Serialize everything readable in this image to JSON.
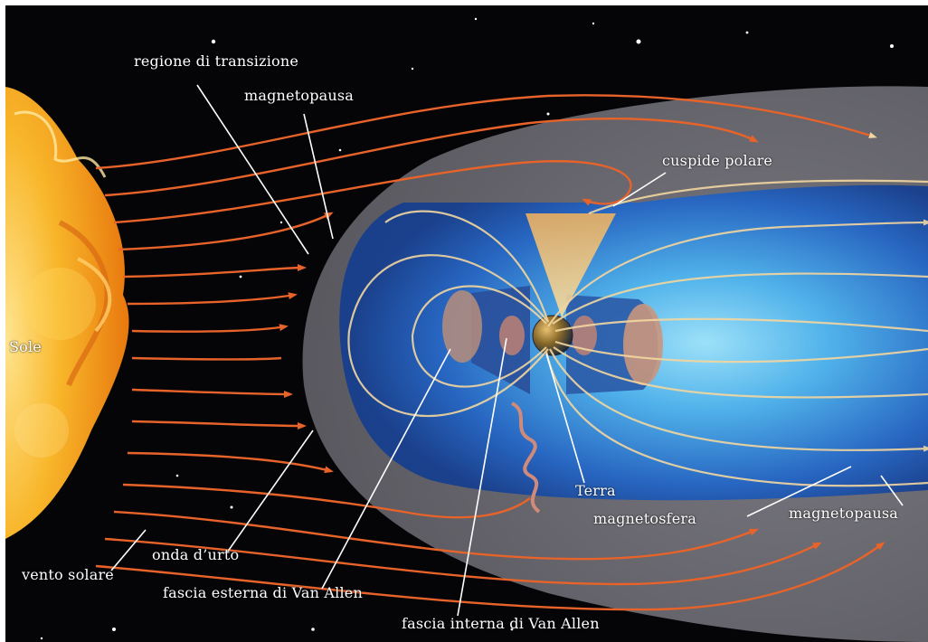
{
  "labels": {
    "regione": "regione di transizione",
    "magnetopausa_top": "magnetopausa",
    "cuspide": "cuspide polare",
    "sole": "Sole",
    "terra": "Terra",
    "magnetosfera": "magnetosfera",
    "magnetopausa_right": "magnetopausa",
    "onda": "onda d’urto",
    "vento": "vento solare",
    "fascia_esterna": "fascia esterna di Van Allen",
    "fascia_interna": "fascia interna di Van Allen"
  },
  "colors": {
    "space": "#050508",
    "sun": "#f7a51a",
    "sun_light": "#ffd86b",
    "solar_wind": "#e8632a",
    "shock_region": "#6c6b72",
    "magnetosphere": "#2f7fd8",
    "field_line": "#f2d6a0",
    "van_allen": "#c88470",
    "label": "#ffffff"
  }
}
